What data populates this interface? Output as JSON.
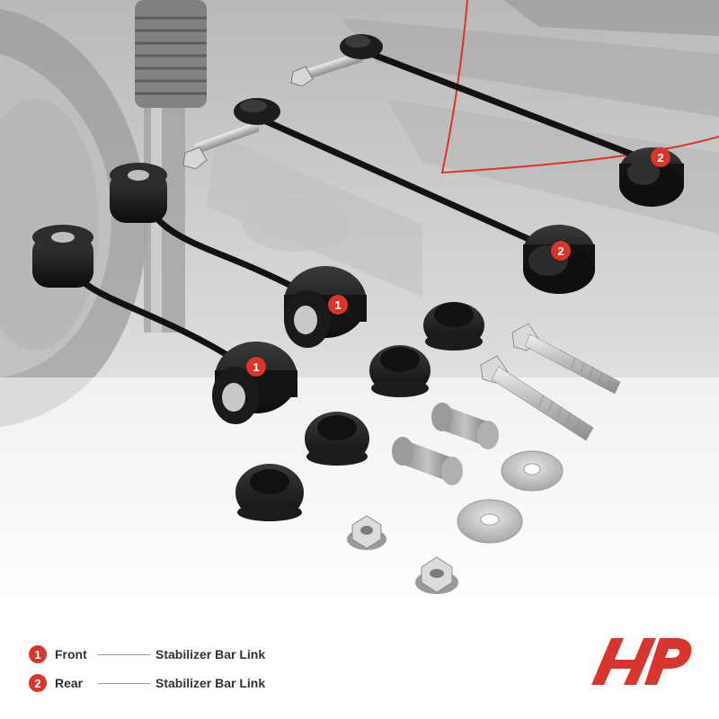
{
  "legend": {
    "items": [
      {
        "number": "1",
        "position": "Front",
        "part": "Stabilizer Bar Link"
      },
      {
        "number": "2",
        "position": "Rear",
        "part": "Stabilizer Bar Link"
      }
    ]
  },
  "part_badges": {
    "front_a": "1",
    "front_b": "1",
    "rear_a": "2",
    "rear_b": "2"
  },
  "colors": {
    "accent": "#d8362c",
    "part_black": "#111111",
    "text": "#333333"
  }
}
